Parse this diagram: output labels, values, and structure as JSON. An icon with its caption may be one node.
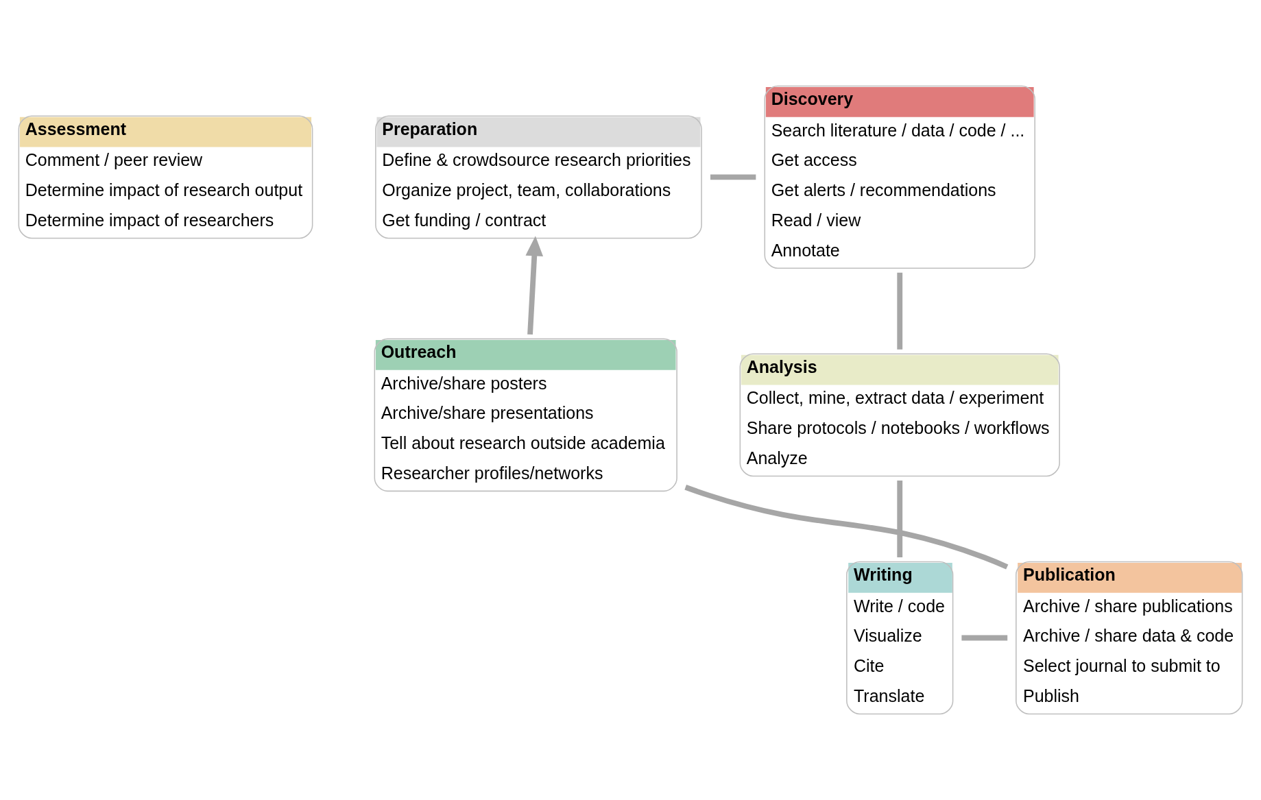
{
  "diagram": {
    "nodes": [
      {
        "text": [
          "Assessment",
          "Comment / peer review",
          "Determine impact of research output",
          "Determine impact of researchers"
        ]
      },
      {
        "text": [
          "Preparation",
          "Define & crowdsource research priorities",
          "Organize project, team, collaborations",
          "Get funding / contract"
        ]
      },
      {
        "text": [
          "Discovery",
          "Search literature / data / code / ...",
          "Get access",
          "Get alerts / recommendations",
          "Read / view",
          "Annotate"
        ]
      },
      {
        "text": [
          "Outreach",
          "Archive/share posters",
          "Archive/share presentations",
          "Tell about research outside academia",
          "Researcher profiles/networks"
        ]
      },
      {
        "text": [
          "Analysis",
          "Collect, mine, extract data / experiment",
          "Share protocols / notebooks / workflows",
          "Analyze"
        ]
      },
      {
        "text": [
          "Publication",
          "Archive / share publications",
          "Archive / share data & code",
          "Select journal to submit to",
          "Publish"
        ]
      },
      {
        "text": [
          "Writing",
          "Write / code",
          "Visualize",
          "Cite",
          "Translate"
        ]
      }
    ],
    "edges": [
      {
        "from": 1,
        "to": 2,
        "arrow": "none"
      },
      {
        "from": 2,
        "to": 4,
        "arrow": "none"
      },
      {
        "from": 4,
        "to": 6,
        "arrow": "none"
      },
      {
        "from": 6,
        "to": 5,
        "arrow": "none"
      },
      {
        "from": 5,
        "to": 3,
        "arrow": "none"
      },
      {
        "from": 3,
        "to": 1,
        "arrow": "to"
      }
    ]
  }
}
